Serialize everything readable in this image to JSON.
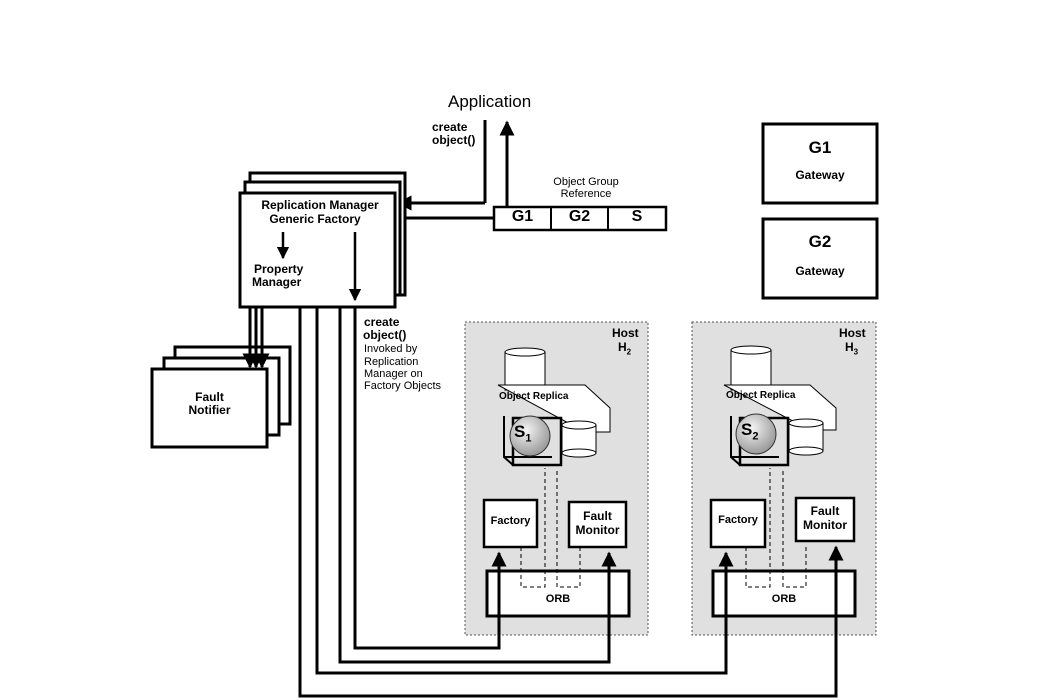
{
  "application": "Application",
  "create_object_top": [
    "create",
    "object()"
  ],
  "object_group_reference": [
    "Object Group",
    "Reference"
  ],
  "ref_cells": [
    "G1",
    "G2",
    "S"
  ],
  "replication_manager": {
    "title": [
      "Replication Manager",
      "Generic Factory"
    ],
    "property_manager": [
      "Property",
      "Manager"
    ]
  },
  "create_object_mid": [
    "create",
    "object()"
  ],
  "invoked_note": [
    "Invoked by",
    "Replication",
    "Manager on",
    "Factory Objects"
  ],
  "fault_notifier": [
    "Fault",
    "Notifier"
  ],
  "gateways": [
    {
      "name": "G1",
      "label": "Gateway"
    },
    {
      "name": "G2",
      "label": "Gateway"
    }
  ],
  "hosts": [
    {
      "title": "Host",
      "sub": "2",
      "replica_label": "Object Replica",
      "server": "S",
      "server_sub": "1",
      "factory": "Factory",
      "fault_monitor": [
        "Fault",
        "Monitor"
      ],
      "orb": "ORB"
    },
    {
      "title": "Host",
      "sub": "3",
      "replica_label": "Object Replica",
      "server": "S",
      "server_sub": "2",
      "factory": "Factory",
      "fault_monitor": [
        "Fault",
        "Monitor"
      ],
      "orb": "ORB"
    }
  ],
  "colors": {
    "host_bg": "#e0e0e0",
    "line": "#000000",
    "sphere": "#b8b8b8"
  }
}
